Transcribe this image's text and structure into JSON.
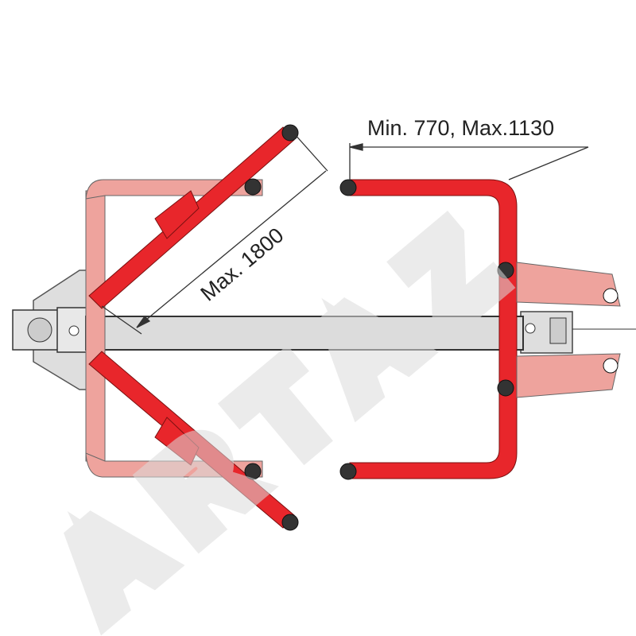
{
  "diagram": {
    "title": "Two-post lift top view",
    "dimension_width": "Min. 770, Max.1130",
    "dimension_arm": "Max. 1800",
    "watermark": "ARTAZ",
    "colors": {
      "red": "#e8262b",
      "pink": "#eea39d",
      "gray": "#dcdcdc",
      "line": "#333333"
    }
  }
}
